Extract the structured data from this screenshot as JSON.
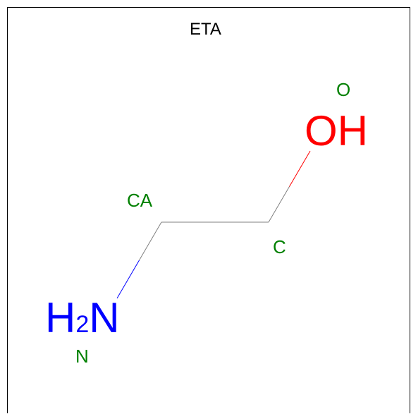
{
  "title": "ETA",
  "colors": {
    "carbon_bond": "#808080",
    "nitrogen": "#0000ff",
    "oxygen": "#ff0000",
    "atom_label": "#008000",
    "border": "#000000"
  },
  "atoms": [
    {
      "id": "N",
      "name": "N",
      "symbol": "H",
      "subscript": "2",
      "symbol_suffix": "N",
      "element_color": "#0000ff"
    },
    {
      "id": "CA",
      "name": "CA"
    },
    {
      "id": "C",
      "name": "C"
    },
    {
      "id": "O",
      "name": "O",
      "symbol": "OH",
      "element_color": "#ff0000"
    }
  ],
  "bonds": [
    {
      "from": "N",
      "to": "CA"
    },
    {
      "from": "CA",
      "to": "C"
    },
    {
      "from": "C",
      "to": "O"
    }
  ]
}
